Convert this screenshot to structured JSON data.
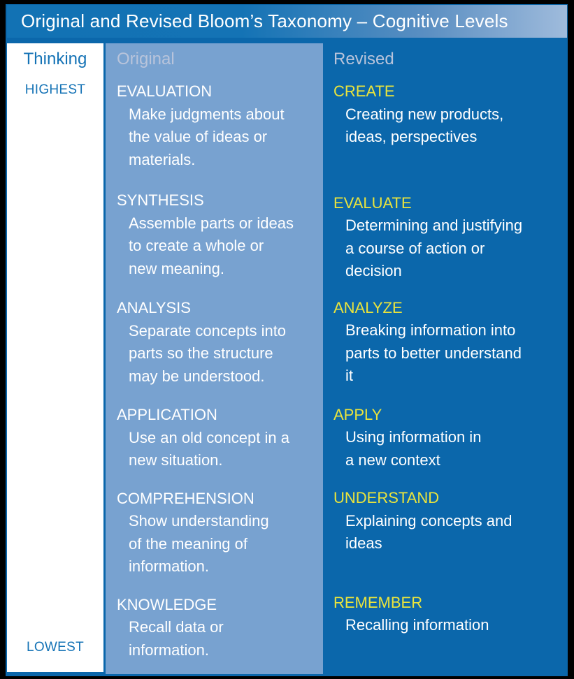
{
  "title": "Original and Revised Bloom’s Taxonomy – Cognitive Levels",
  "colors": {
    "panel_blue": "#0B67AB",
    "titlebar_gradient_left": "#1272B4",
    "titlebar_gradient_right": "#9FBBDC",
    "original_column_blue": "#78A2D0",
    "label_blue": "#1573B6",
    "muted_header": "#B8C4DB",
    "accent_yellow": "#EAE43C",
    "body_text": "#FFFFFF",
    "border_black": "#000000"
  },
  "thinking_column": {
    "header": "Thinking",
    "top_label": "HIGHEST",
    "bottom_label": "LOWEST"
  },
  "original_column": {
    "header": "Original",
    "items": [
      {
        "term": "EVALUATION",
        "lines": [
          "Make judgments about",
          "the value of ideas or",
          "materials."
        ]
      },
      {
        "term": "SYNTHESIS",
        "lines": [
          "Assemble parts or ideas",
          "to create a whole or",
          "new meaning."
        ]
      },
      {
        "term": "ANALYSIS",
        "lines": [
          "Separate concepts into",
          "parts so the structure",
          "may be understood."
        ]
      },
      {
        "term": "APPLICATION",
        "lines": [
          "Use an old concept in a",
          "new situation."
        ]
      },
      {
        "term": "COMPREHENSION",
        "lines": [
          "Show understanding",
          "of the meaning of",
          "information."
        ]
      },
      {
        "term": "KNOWLEDGE",
        "lines": [
          "Recall data or",
          "information."
        ]
      }
    ]
  },
  "revised_column": {
    "header": "Revised",
    "items": [
      {
        "term": "CREATE",
        "lines": [
          "Creating new products,",
          "ideas, perspectives"
        ]
      },
      {
        "term": "EVALUATE",
        "lines": [
          "Determining and justifying",
          "a course of action or",
          "decision"
        ]
      },
      {
        "term": "ANALYZE",
        "lines": [
          "Breaking information into",
          "parts to better understand",
          "it"
        ]
      },
      {
        "term": "APPLY",
        "lines": [
          "Using information in",
          "a new context"
        ]
      },
      {
        "term": "UNDERSTAND",
        "lines": [
          "Explaining concepts and",
          "ideas"
        ]
      },
      {
        "term": "REMEMBER",
        "lines": [
          "Recalling information"
        ]
      }
    ]
  }
}
